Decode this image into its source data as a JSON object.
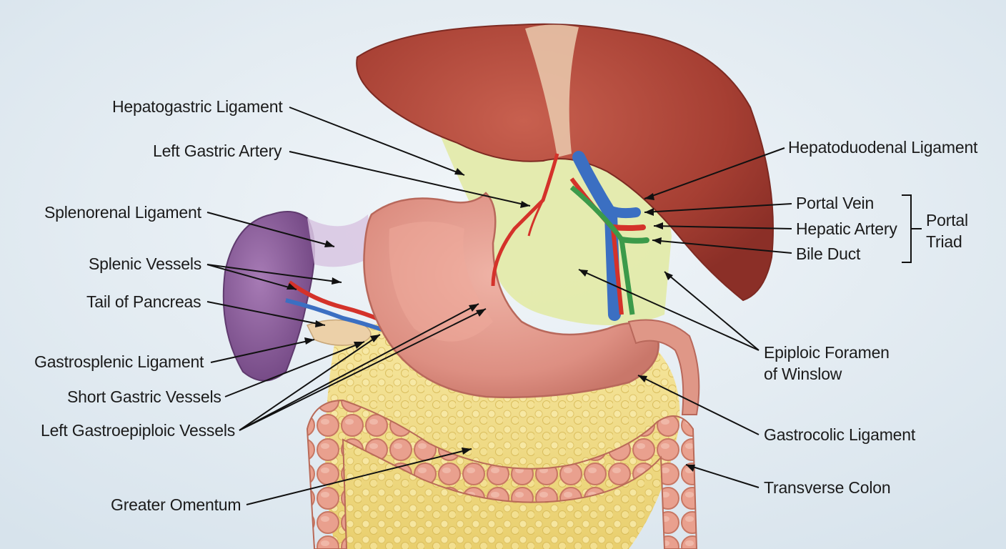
{
  "labels": {
    "left": [
      {
        "id": "hepatogastric",
        "text": "Hepatogastric Ligament"
      },
      {
        "id": "left-gastric-artery",
        "text": "Left Gastric Artery"
      },
      {
        "id": "splenorenal",
        "text": "Splenorenal Ligament"
      },
      {
        "id": "splenic-vessels",
        "text": "Splenic Vessels"
      },
      {
        "id": "tail-of-pancreas",
        "text": "Tail of Pancreas"
      },
      {
        "id": "gastrosplenic",
        "text": "Gastrosplenic Ligament"
      },
      {
        "id": "short-gastric",
        "text": "Short Gastric Vessels"
      },
      {
        "id": "left-gastroepiploic",
        "text": "Left Gastroepiploic Vessels"
      },
      {
        "id": "greater-omentum",
        "text": "Greater Omentum"
      }
    ],
    "right": [
      {
        "id": "hepatoduodenal",
        "text": "Hepatoduodenal Ligament"
      },
      {
        "id": "portal-vein",
        "text": "Portal Vein"
      },
      {
        "id": "hepatic-artery",
        "text": "Hepatic Artery"
      },
      {
        "id": "bile-duct",
        "text": "Bile Duct"
      },
      {
        "id": "portal-triad",
        "text": "Portal\nTriad"
      },
      {
        "id": "epiploic-foramen",
        "text": "Epiploic Foramen\nof Winslow"
      },
      {
        "id": "gastrocolic",
        "text": "Gastrocolic Ligament"
      },
      {
        "id": "transverse-colon",
        "text": "Transverse Colon"
      }
    ]
  },
  "colors": {
    "background": "#e3ecf2",
    "liver": "#b4473a",
    "stomach": "#e29a8d",
    "omentum": "#f1dd86",
    "colon": "#e49a87",
    "spleen": "#8c5d9c",
    "pancreas": "#ecd0a8",
    "lesser_omentum": "#e3eba8",
    "artery": "#d4322a",
    "vein": "#3b6fc2",
    "bile_duct": "#3c9a4a",
    "leader_line": "#111111"
  }
}
